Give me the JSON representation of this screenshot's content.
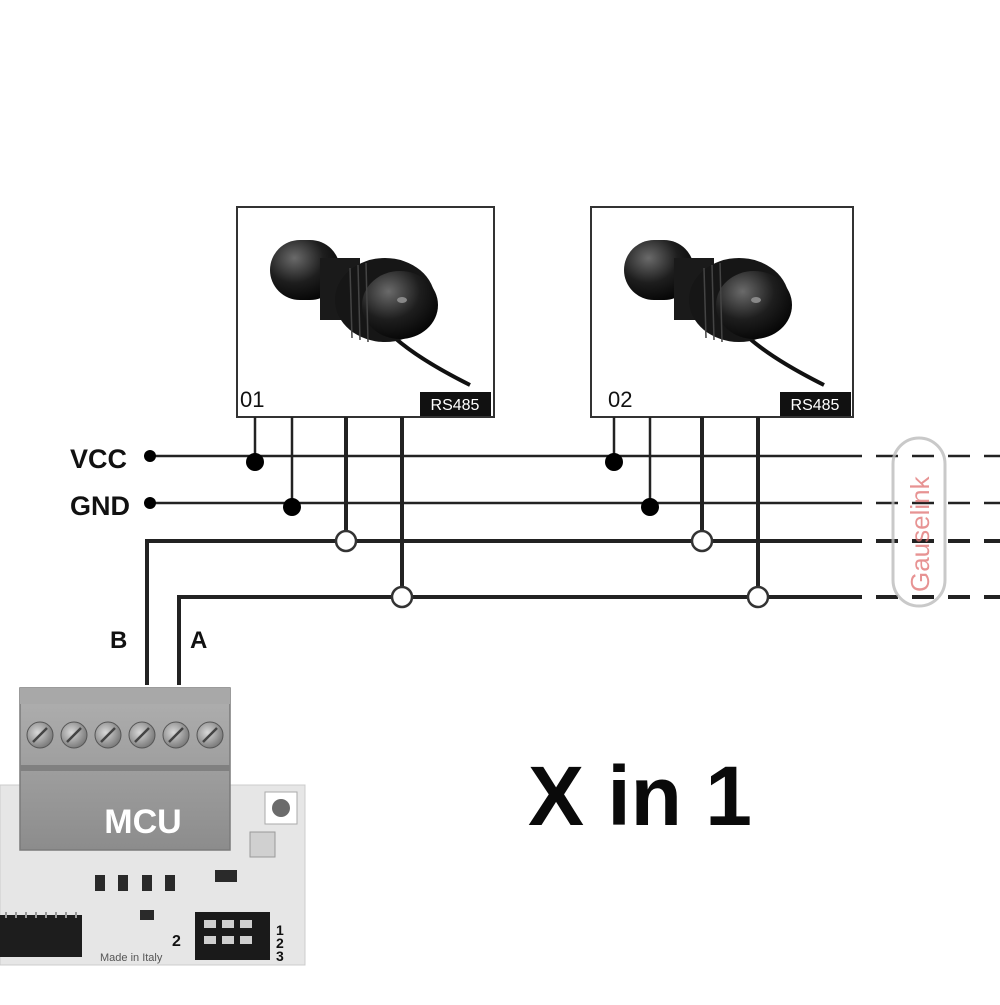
{
  "rails": {
    "vcc_label": "VCC",
    "gnd_label": "GND",
    "b_label": "B",
    "a_label": "A"
  },
  "sensors": [
    {
      "number": "01",
      "badge": "RS485"
    },
    {
      "number": "02",
      "badge": "RS485"
    }
  ],
  "controller": {
    "label": "MCU",
    "pins_right": [
      "1",
      "2",
      "3"
    ],
    "pin_left": "2",
    "made_in": "Made in Italy"
  },
  "headline": "X in 1",
  "watermark": "Gauselink",
  "colors": {
    "wire": "#222222",
    "watermark": "#e07070",
    "terminal_body": "#9a9a9a",
    "pcb": "#e8e8e8"
  }
}
